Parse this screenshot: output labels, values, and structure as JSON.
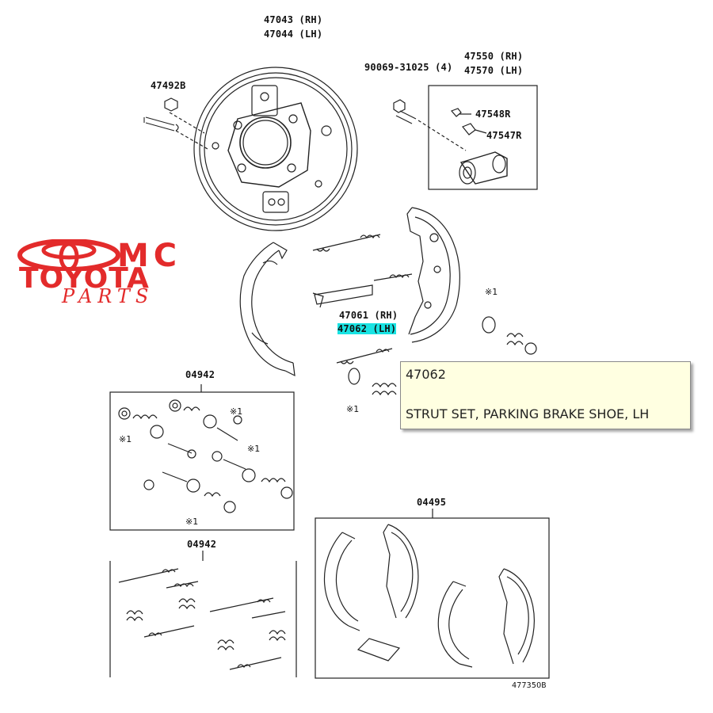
{
  "brand": {
    "mc": "MC",
    "toyota": "TOYOTA",
    "parts": "PARTS",
    "color": "#e32b2b"
  },
  "labels": {
    "backing_plate_rh": "47043 (RH)",
    "backing_plate_lh": "47044 (LH)",
    "plug": "47492B",
    "bolt": "90069-31025 (4)",
    "cylinder_rh": "47550 (RH)",
    "cylinder_lh": "47570 (LH)",
    "cup": "47548R",
    "boot": "47547R",
    "strut_rh": "47061 (RH)",
    "strut_lh": "47062 (LH)",
    "kit_a": "04942",
    "kit_b": "04942",
    "shoe_kit": "04495",
    "figure_no": "47735OB",
    "asterisk": "※1"
  },
  "tooltip": {
    "code": "47062",
    "description": "STRUT SET, PARKING BRAKE SHOE, LH"
  },
  "highlight_color": "#19e3e3"
}
